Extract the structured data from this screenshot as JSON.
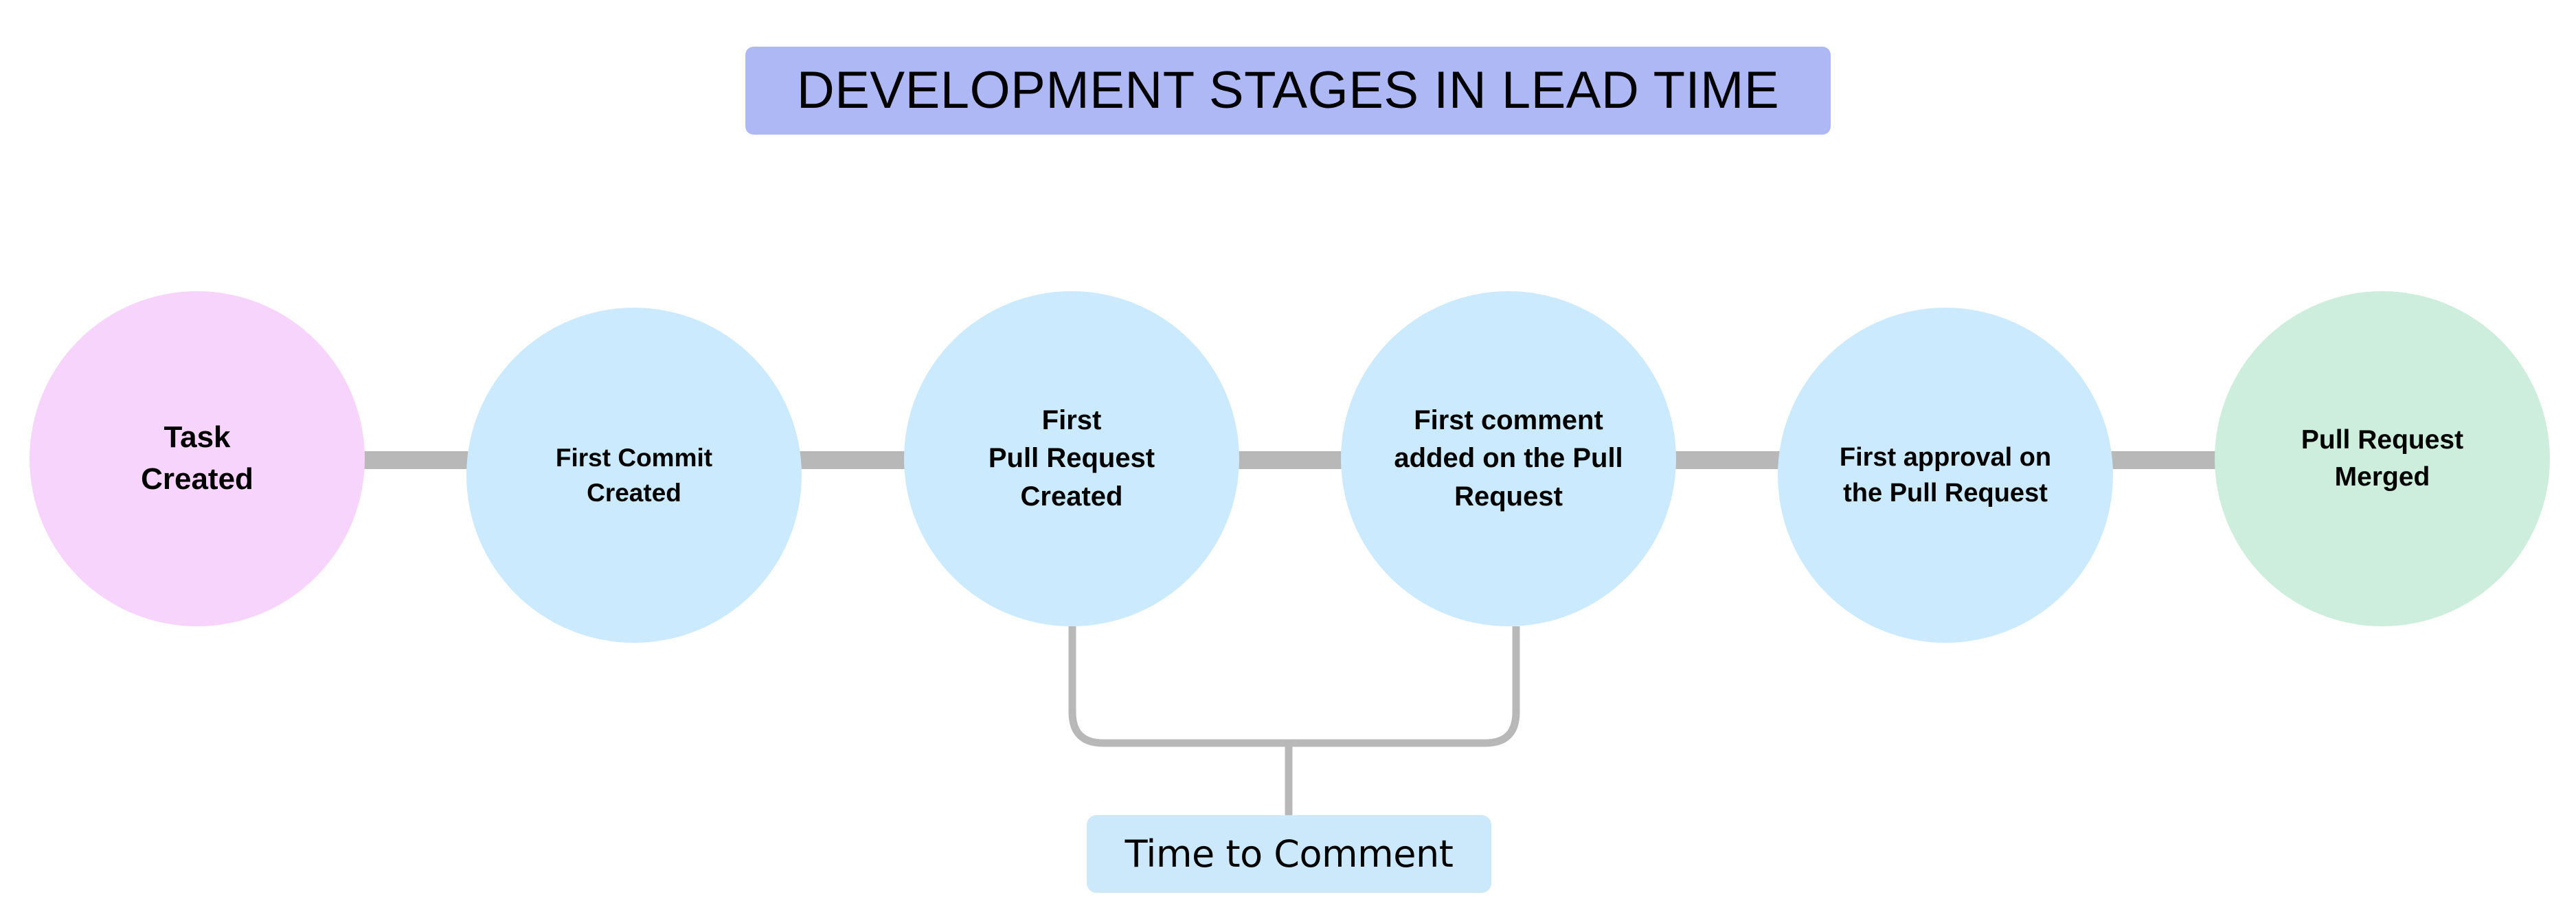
{
  "diagram": {
    "title": "DEVELOPMENT STAGES IN LEAD TIME",
    "title_bg": "#aeb8f5",
    "background": "#ffffff",
    "connector_color": "#b8b8b8",
    "stages": [
      {
        "id": "task-created",
        "label": "Task\nCreated",
        "fill": "#f6d4fb"
      },
      {
        "id": "first-commit",
        "label": "First Commit\nCreated",
        "fill": "#cceafd"
      },
      {
        "id": "first-pr",
        "label": "First\nPull Request\nCreated",
        "fill": "#cceafd"
      },
      {
        "id": "first-comment",
        "label": "First comment\nadded on the Pull\nRequest",
        "fill": "#cceafd"
      },
      {
        "id": "first-approval",
        "label": "First approval on\nthe Pull Request",
        "fill": "#cceafd"
      },
      {
        "id": "pr-merged",
        "label": "Pull Request\nMerged",
        "fill": "#ceeedd"
      }
    ],
    "measure": {
      "label": "Time to Comment",
      "label_bg": "#cbe9fb",
      "from": "first-pr",
      "to": "first-comment"
    }
  }
}
